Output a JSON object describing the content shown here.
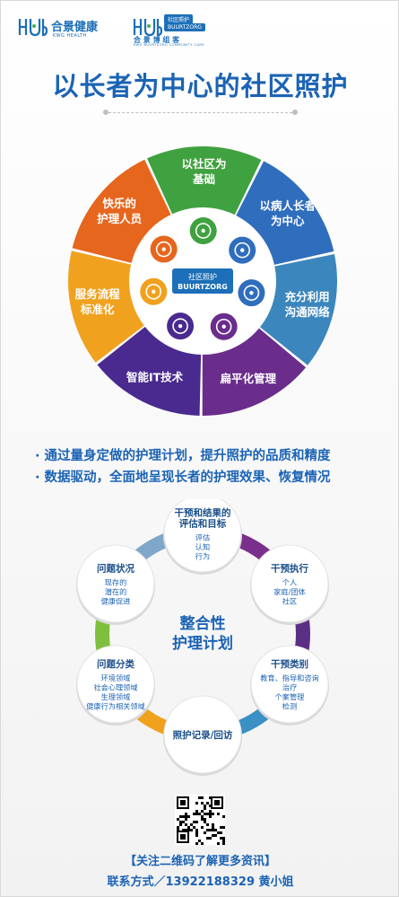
{
  "header": {
    "logo1_name": "合景健康",
    "logo1_sub": "KWG HEALTH",
    "logo2_chip": "社区照护",
    "logo2_chip2": "BUURTZORG",
    "logo2_name": "合 景 博 组 客",
    "logo2_sub": "KWG BUURTZORG COMMUNITY CARE"
  },
  "title": "以长者为中心的社区照护",
  "wheel": {
    "center_line1": "社区照护",
    "center_line2": "BUURTZORG",
    "segments": [
      {
        "line1": "以社区为",
        "line2": "基础",
        "color": "#3fa13f"
      },
      {
        "line1": "以病人长者",
        "line2": "为中心",
        "color": "#2f6dbd"
      },
      {
        "line1": "充分利用",
        "line2": "沟通网络",
        "color": "#3b86bd"
      },
      {
        "line1": "扁平化管理",
        "line2": "",
        "color": "#6a2d8c"
      },
      {
        "line1": "智能IT技术",
        "line2": "",
        "color": "#4a2a8f"
      },
      {
        "line1": "服务流程",
        "line2": "标准化",
        "color": "#f0a11e"
      },
      {
        "line1": "快乐的",
        "line2": "护理人员",
        "color": "#e6661e"
      }
    ],
    "icons": [
      "home-icon",
      "elder-icon",
      "monitor-icon",
      "checklist-icon",
      "cloud-icon",
      "heart-icon",
      "nurse-icon"
    ]
  },
  "bullets": [
    "· 通过量身定做的护理计划，提升照护的品质和精度",
    "· 数据驱动，全面地呈现长者的护理效果、恢复情况"
  ],
  "cycle": {
    "center_line1": "整合性",
    "center_line2": "护理计划",
    "nodes": [
      {
        "title": "干预和结果的\n评估和目标",
        "body": "评估\n认知\n行为"
      },
      {
        "title": "干预执行",
        "body": "个人\n家庭/团体\n社区"
      },
      {
        "title": "干预类别",
        "body": "教育、指导和咨询\n治疗\n个案管理\n检测"
      },
      {
        "title": "照护记录/回访",
        "body": ""
      },
      {
        "title": "问题分类",
        "body": "环境领域\n社会心理领域\n生理领域\n健康行为相关领域"
      },
      {
        "title": "问题状况",
        "body": "现存的\n潜在的\n健康促进"
      }
    ]
  },
  "footer": {
    "line1": "【关注二维码了解更多资讯】",
    "line2": "联系方式／13922188329 黄小姐"
  }
}
